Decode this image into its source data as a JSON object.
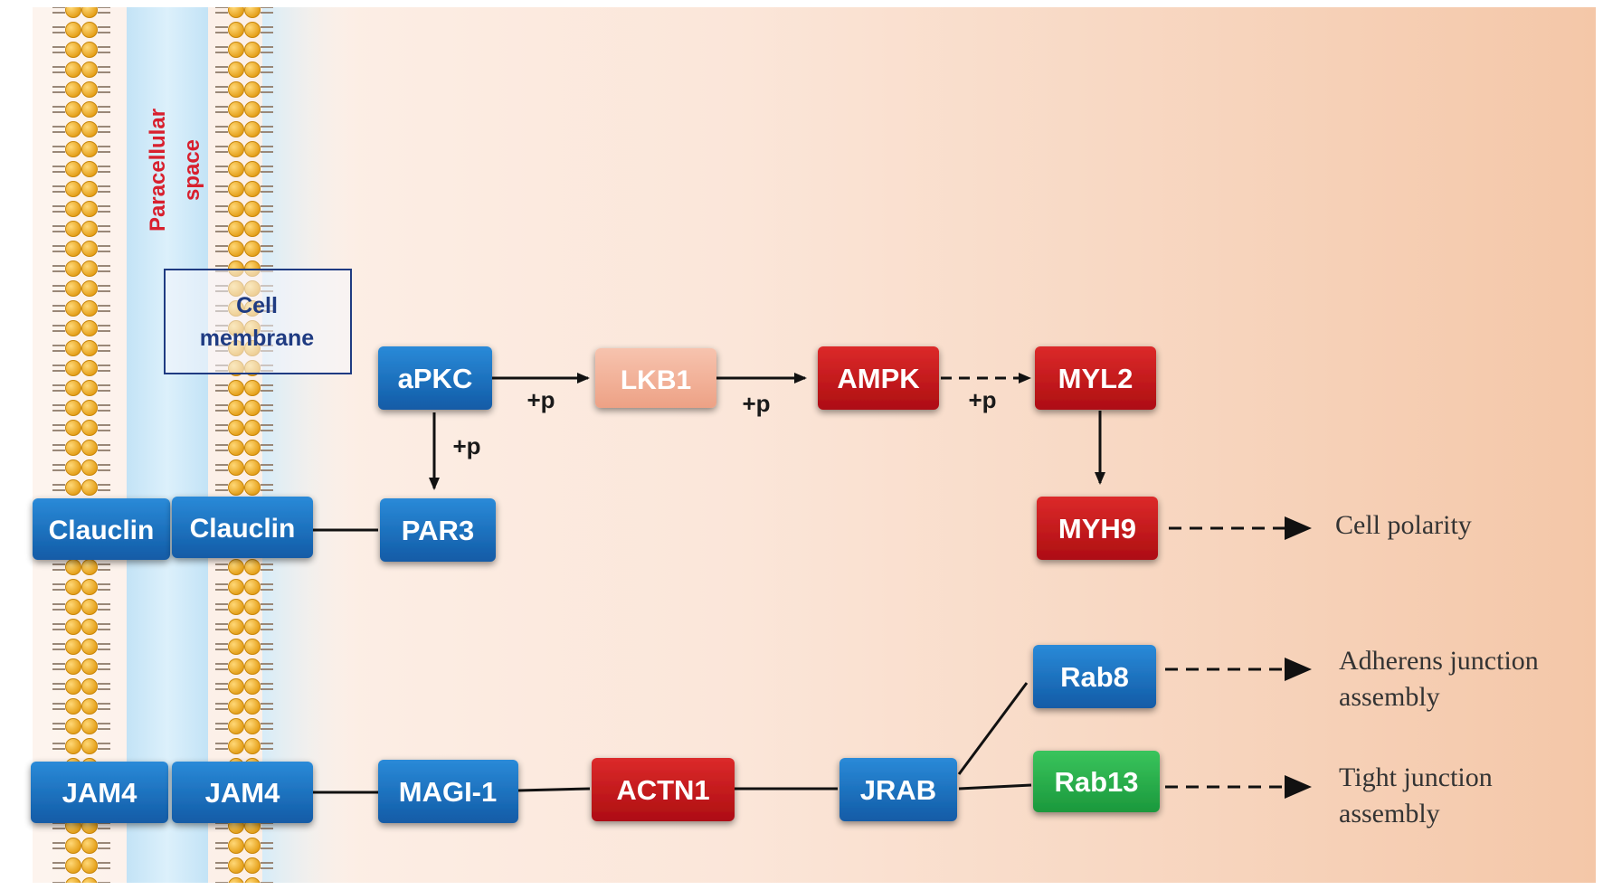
{
  "region_labels": {
    "paracellular_line1": "Paracellular",
    "paracellular_line2": "space",
    "cell_membrane_line1": "Cell",
    "cell_membrane_line2": "membrane"
  },
  "nodes": {
    "apkc": "aPKC",
    "lkb1": "LKB1",
    "ampk": "AMPK",
    "myl2": "MYL2",
    "myh9": "MYH9",
    "par3": "PAR3",
    "clauclin_left": "Clauclin",
    "clauclin_right": "Clauclin",
    "jam4_left": "JAM4",
    "jam4_right": "JAM4",
    "magi1": "MAGI-1",
    "actn1": "ACTN1",
    "jrab": "JRAB",
    "rab8": "Rab8",
    "rab13": "Rab13"
  },
  "edge_labels": {
    "apkc_lkb1": "+p",
    "lkb1_ampk": "+p",
    "ampk_myl2": "+p",
    "apkc_par3": "+p"
  },
  "outcomes": {
    "cell_polarity": "Cell polarity",
    "adherens_line1": "Adherens junction",
    "adherens_line2": "assembly",
    "tight_line1": "Tight junction",
    "tight_line2": "assembly"
  },
  "colors": {
    "blue_node": "#1a6fc0",
    "red_node": "#c8141c",
    "green_node": "#27b04a",
    "light_node": "#f0ad96",
    "paracellular_label": "#d8202e",
    "membrane_label": "#1f3b82",
    "bilayer_head": "#f0a820"
  }
}
